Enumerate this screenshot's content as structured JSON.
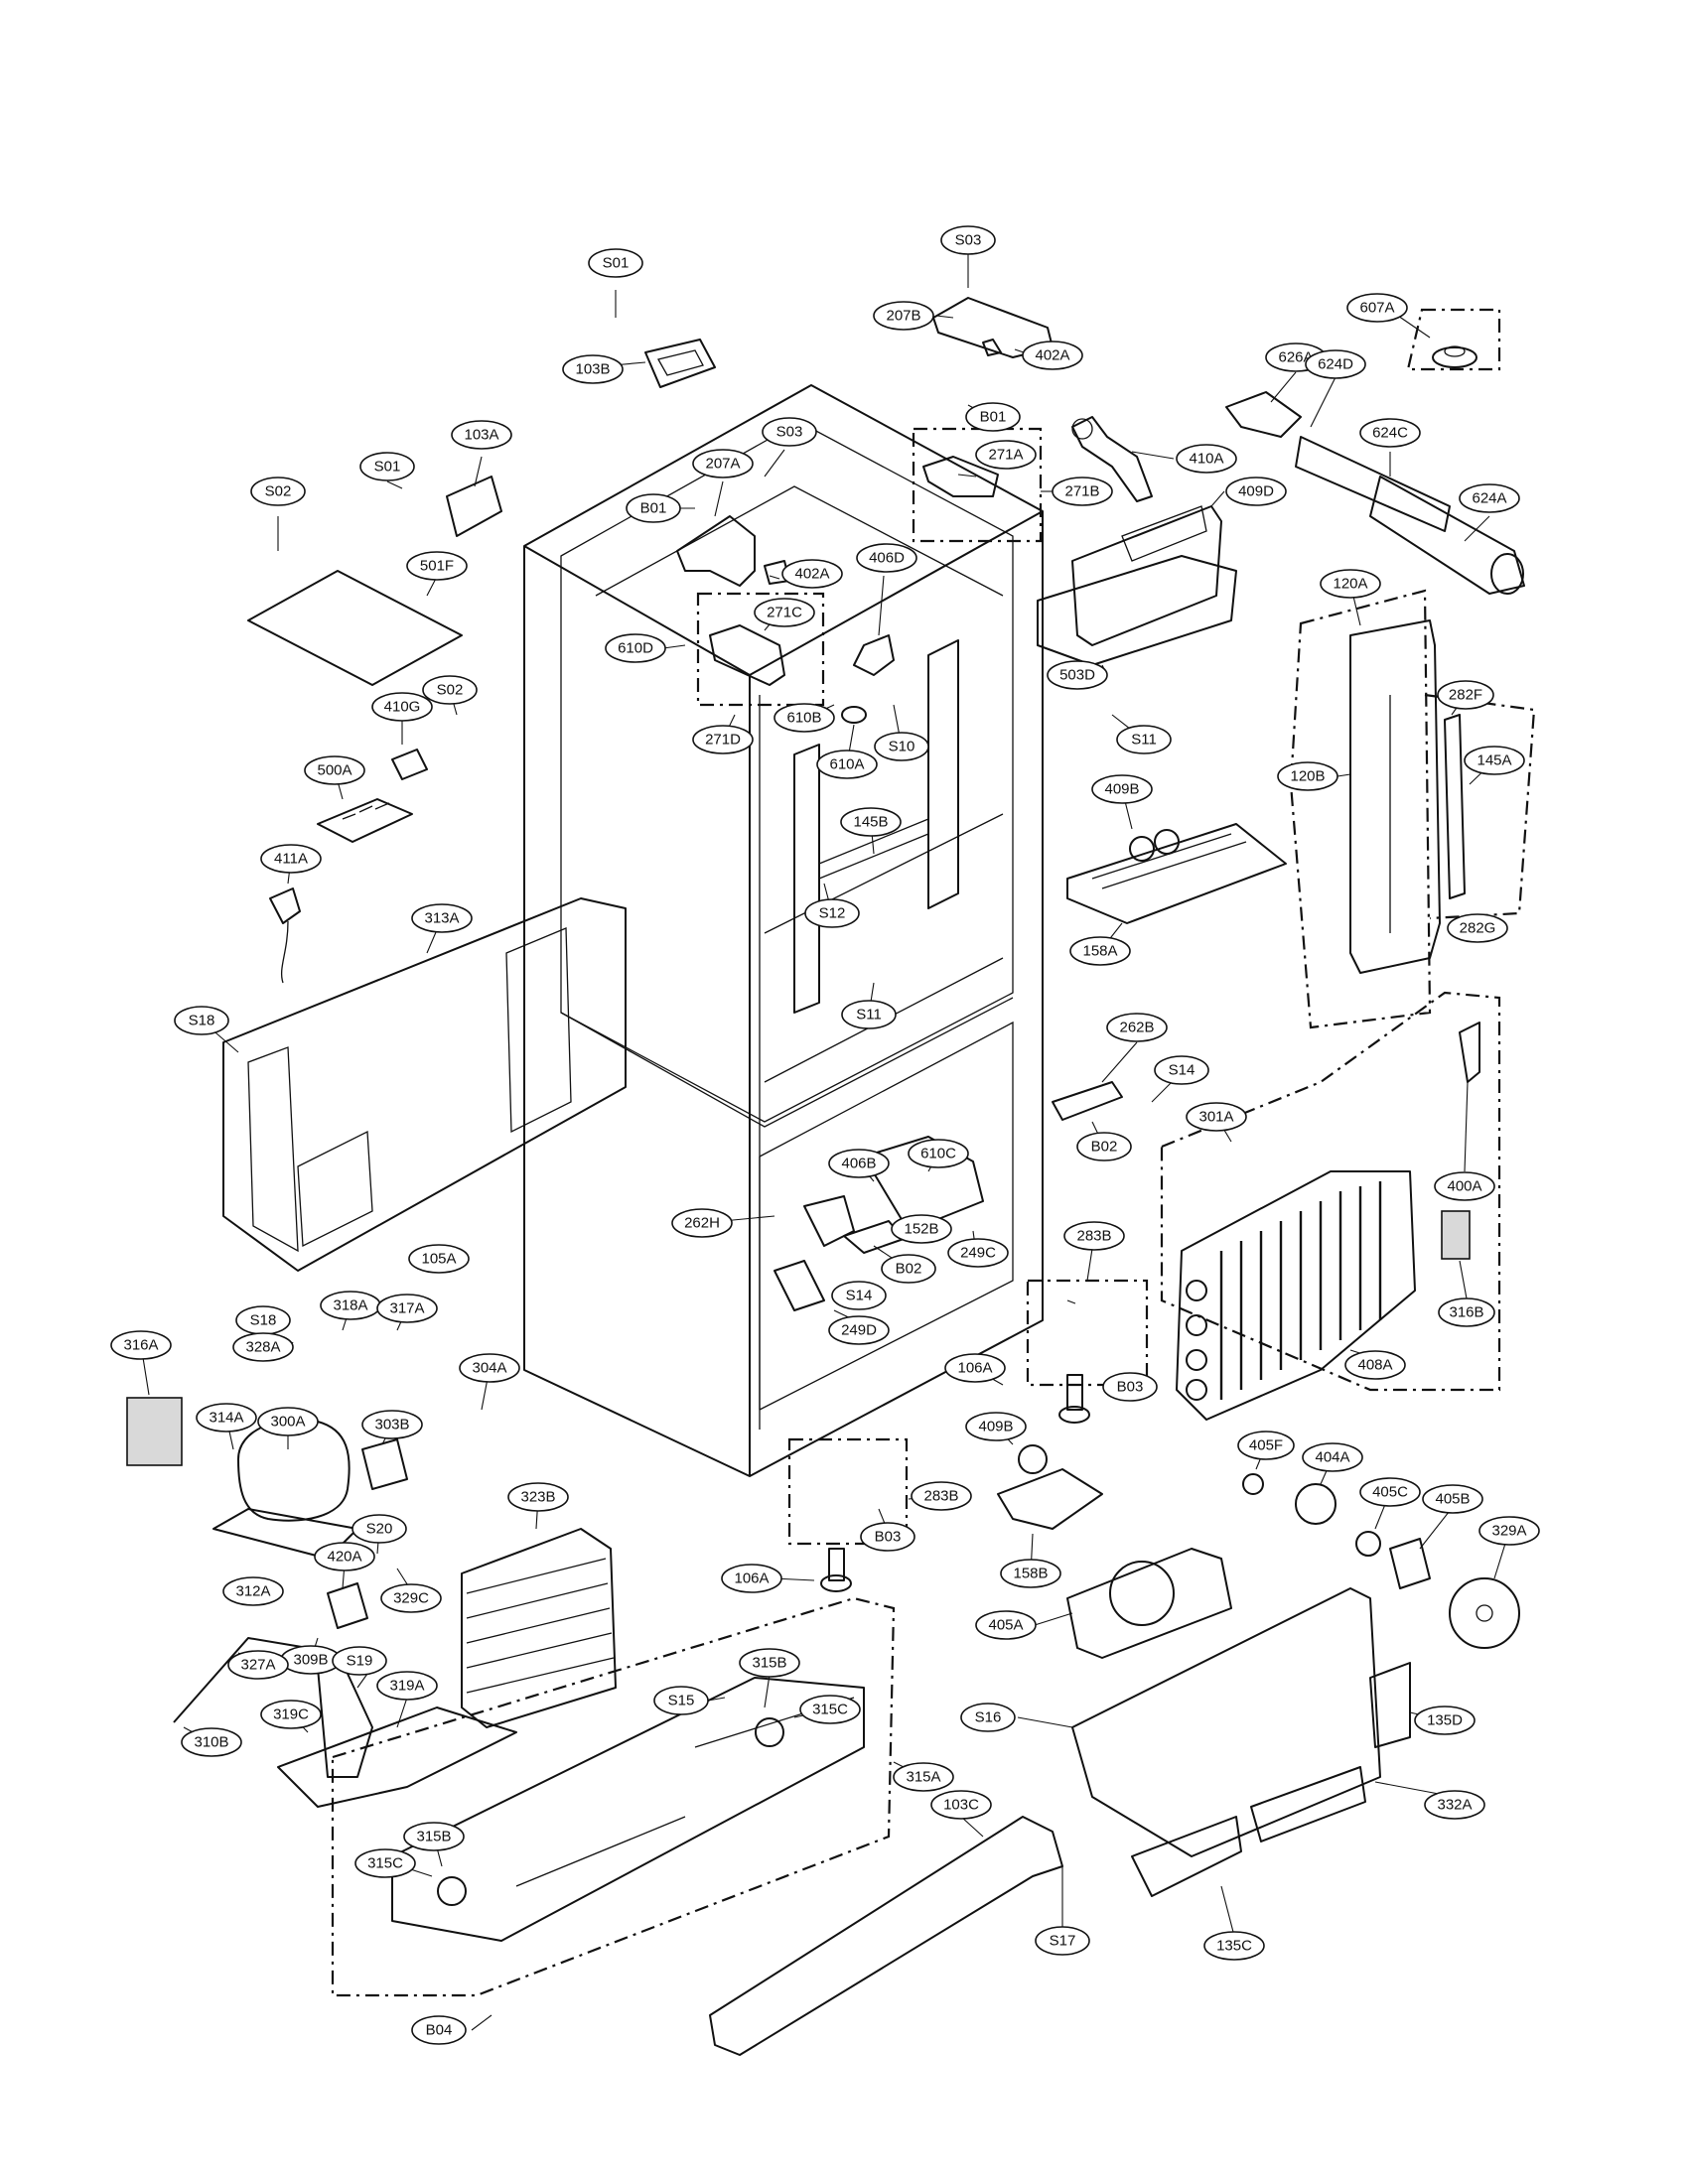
{
  "parts": [
    {
      "id": "s01_a",
      "label": "S01"
    },
    {
      "id": "s03_a",
      "label": "S03"
    },
    {
      "id": "207b",
      "label": "207B"
    },
    {
      "id": "402a_a",
      "label": "402A"
    },
    {
      "id": "103b",
      "label": "103B"
    },
    {
      "id": "b01_a",
      "label": "B01"
    },
    {
      "id": "607a",
      "label": "607A"
    },
    {
      "id": "626a",
      "label": "626A"
    },
    {
      "id": "624d",
      "label": "624D"
    },
    {
      "id": "624c",
      "label": "624C"
    },
    {
      "id": "624a",
      "label": "624A"
    },
    {
      "id": "s01_b",
      "label": "S01"
    },
    {
      "id": "103a",
      "label": "103A"
    },
    {
      "id": "s03_b",
      "label": "S03"
    },
    {
      "id": "271a",
      "label": "271A"
    },
    {
      "id": "410a",
      "label": "410A"
    },
    {
      "id": "s02_a",
      "label": "S02"
    },
    {
      "id": "207a",
      "label": "207A"
    },
    {
      "id": "b01_b",
      "label": "B01"
    },
    {
      "id": "271b",
      "label": "271B"
    },
    {
      "id": "409d",
      "label": "409D"
    },
    {
      "id": "501f",
      "label": "501F"
    },
    {
      "id": "402a_b",
      "label": "402A"
    },
    {
      "id": "406d",
      "label": "406D"
    },
    {
      "id": "120a",
      "label": "120A"
    },
    {
      "id": "271c",
      "label": "271C"
    },
    {
      "id": "610d",
      "label": "610D"
    },
    {
      "id": "s02_b",
      "label": "S02"
    },
    {
      "id": "503d",
      "label": "503D"
    },
    {
      "id": "282f",
      "label": "282F"
    },
    {
      "id": "410g",
      "label": "410G"
    },
    {
      "id": "610b",
      "label": "610B"
    },
    {
      "id": "s11_a",
      "label": "S11"
    },
    {
      "id": "271d",
      "label": "271D"
    },
    {
      "id": "s10",
      "label": "S10"
    },
    {
      "id": "145a",
      "label": "145A"
    },
    {
      "id": "120b",
      "label": "120B"
    },
    {
      "id": "610a",
      "label": "610A"
    },
    {
      "id": "500a",
      "label": "500A"
    },
    {
      "id": "409b_a",
      "label": "409B"
    },
    {
      "id": "145b",
      "label": "145B"
    },
    {
      "id": "411a",
      "label": "411A"
    },
    {
      "id": "s12",
      "label": "S12"
    },
    {
      "id": "313a",
      "label": "313A"
    },
    {
      "id": "282g",
      "label": "282G"
    },
    {
      "id": "158a",
      "label": "158A"
    },
    {
      "id": "s11_b",
      "label": "S11"
    },
    {
      "id": "s18_a",
      "label": "S18"
    },
    {
      "id": "262b",
      "label": "262B"
    },
    {
      "id": "s14_a",
      "label": "S14"
    },
    {
      "id": "301a",
      "label": "301A"
    },
    {
      "id": "b02_a",
      "label": "B02"
    },
    {
      "id": "406b",
      "label": "406B"
    },
    {
      "id": "610c",
      "label": "610C"
    },
    {
      "id": "400a",
      "label": "400A"
    },
    {
      "id": "262h",
      "label": "262H"
    },
    {
      "id": "152b",
      "label": "152B"
    },
    {
      "id": "b02_b",
      "label": "B02"
    },
    {
      "id": "249c",
      "label": "249C"
    },
    {
      "id": "105a",
      "label": "105A"
    },
    {
      "id": "283b_a",
      "label": "283B"
    },
    {
      "id": "s14_b",
      "label": "S14"
    },
    {
      "id": "316b",
      "label": "316B"
    },
    {
      "id": "s18_b",
      "label": "S18"
    },
    {
      "id": "318a",
      "label": "318A"
    },
    {
      "id": "317a",
      "label": "317A"
    },
    {
      "id": "249d",
      "label": "249D"
    },
    {
      "id": "316a",
      "label": "316A"
    },
    {
      "id": "328a",
      "label": "328A"
    },
    {
      "id": "408a",
      "label": "408A"
    },
    {
      "id": "b03_a",
      "label": "B03"
    },
    {
      "id": "304a",
      "label": "304A"
    },
    {
      "id": "106a_a",
      "label": "106A"
    },
    {
      "id": "314a",
      "label": "314A"
    },
    {
      "id": "300a",
      "label": "300A"
    },
    {
      "id": "303b",
      "label": "303B"
    },
    {
      "id": "409b_b",
      "label": "409B"
    },
    {
      "id": "405f",
      "label": "405F"
    },
    {
      "id": "404a",
      "label": "404A"
    },
    {
      "id": "283b_b",
      "label": "283B"
    },
    {
      "id": "405c",
      "label": "405C"
    },
    {
      "id": "323b",
      "label": "323B"
    },
    {
      "id": "405b",
      "label": "405B"
    },
    {
      "id": "b03_b",
      "label": "B03"
    },
    {
      "id": "s20",
      "label": "S20"
    },
    {
      "id": "329a",
      "label": "329A"
    },
    {
      "id": "420a",
      "label": "420A"
    },
    {
      "id": "158b",
      "label": "158B"
    },
    {
      "id": "106a_b",
      "label": "106A"
    },
    {
      "id": "312a",
      "label": "312A"
    },
    {
      "id": "329c",
      "label": "329C"
    },
    {
      "id": "405a",
      "label": "405A"
    },
    {
      "id": "309b",
      "label": "309B"
    },
    {
      "id": "327a",
      "label": "327A"
    },
    {
      "id": "s19",
      "label": "S19"
    },
    {
      "id": "315b_a",
      "label": "315B"
    },
    {
      "id": "319a",
      "label": "319A"
    },
    {
      "id": "s15",
      "label": "S15"
    },
    {
      "id": "315c_a",
      "label": "315C"
    },
    {
      "id": "319c",
      "label": "319C"
    },
    {
      "id": "s16",
      "label": "S16"
    },
    {
      "id": "135d",
      "label": "135D"
    },
    {
      "id": "310b",
      "label": "310B"
    },
    {
      "id": "315a",
      "label": "315A"
    },
    {
      "id": "332a",
      "label": "332A"
    },
    {
      "id": "315b_b",
      "label": "315B"
    },
    {
      "id": "103c",
      "label": "103C"
    },
    {
      "id": "315c_b",
      "label": "315C"
    },
    {
      "id": "s17",
      "label": "S17"
    },
    {
      "id": "135c",
      "label": "135C"
    },
    {
      "id": "b04",
      "label": "B04"
    }
  ]
}
